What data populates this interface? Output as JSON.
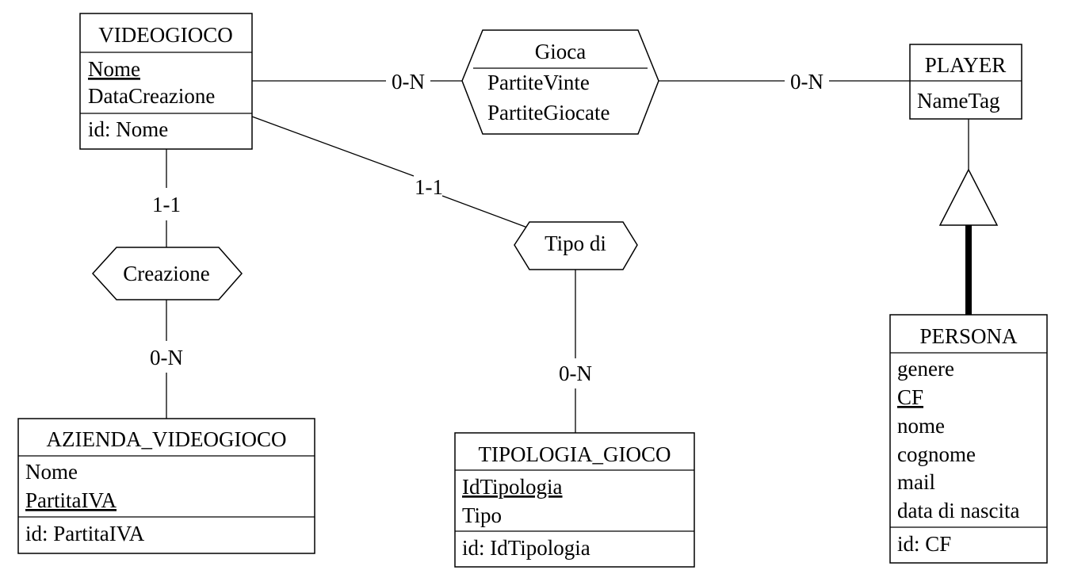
{
  "entities": {
    "videogioco": {
      "name": "VIDEOGIOCO",
      "attributes": [
        {
          "text": "Nome",
          "key": true
        },
        {
          "text": "DataCreazione",
          "key": false
        }
      ],
      "identifier": "id: Nome"
    },
    "player": {
      "name": "PLAYER",
      "attributes": [
        {
          "text": "NameTag",
          "key": false
        }
      ]
    },
    "azienda": {
      "name": "AZIENDA_VIDEOGIOCO",
      "attributes": [
        {
          "text": "Nome",
          "key": false
        },
        {
          "text": "PartitaIVA",
          "key": true
        }
      ],
      "identifier": "id: PartitaIVA"
    },
    "tipologia": {
      "name": "TIPOLOGIA_GIOCO",
      "attributes": [
        {
          "text": "IdTipologia",
          "key": true
        },
        {
          "text": "Tipo",
          "key": false
        }
      ],
      "identifier": "id: IdTipologia"
    },
    "persona": {
      "name": "PERSONA",
      "attributes": [
        {
          "text": "genere",
          "key": false
        },
        {
          "text": "CF",
          "key": true
        },
        {
          "text": "nome",
          "key": false
        },
        {
          "text": "cognome",
          "key": false
        },
        {
          "text": "mail",
          "key": false
        },
        {
          "text": "data di nascita",
          "key": false
        }
      ],
      "identifier": "id: CF"
    }
  },
  "relationships": {
    "gioca": {
      "name": "Gioca",
      "attributes": [
        "PartiteVinte",
        "PartiteGiocate"
      ]
    },
    "creazione": {
      "name": "Creazione"
    },
    "tipo_di": {
      "name": "Tipo di"
    }
  },
  "cardinalities": {
    "videogioco_gioca": "0-N",
    "gioca_player": "0-N",
    "videogioco_creazione": "1-1",
    "creazione_azienda": "0-N",
    "videogioco_tipo": "1-1",
    "tipo_tipologia": "0-N"
  }
}
